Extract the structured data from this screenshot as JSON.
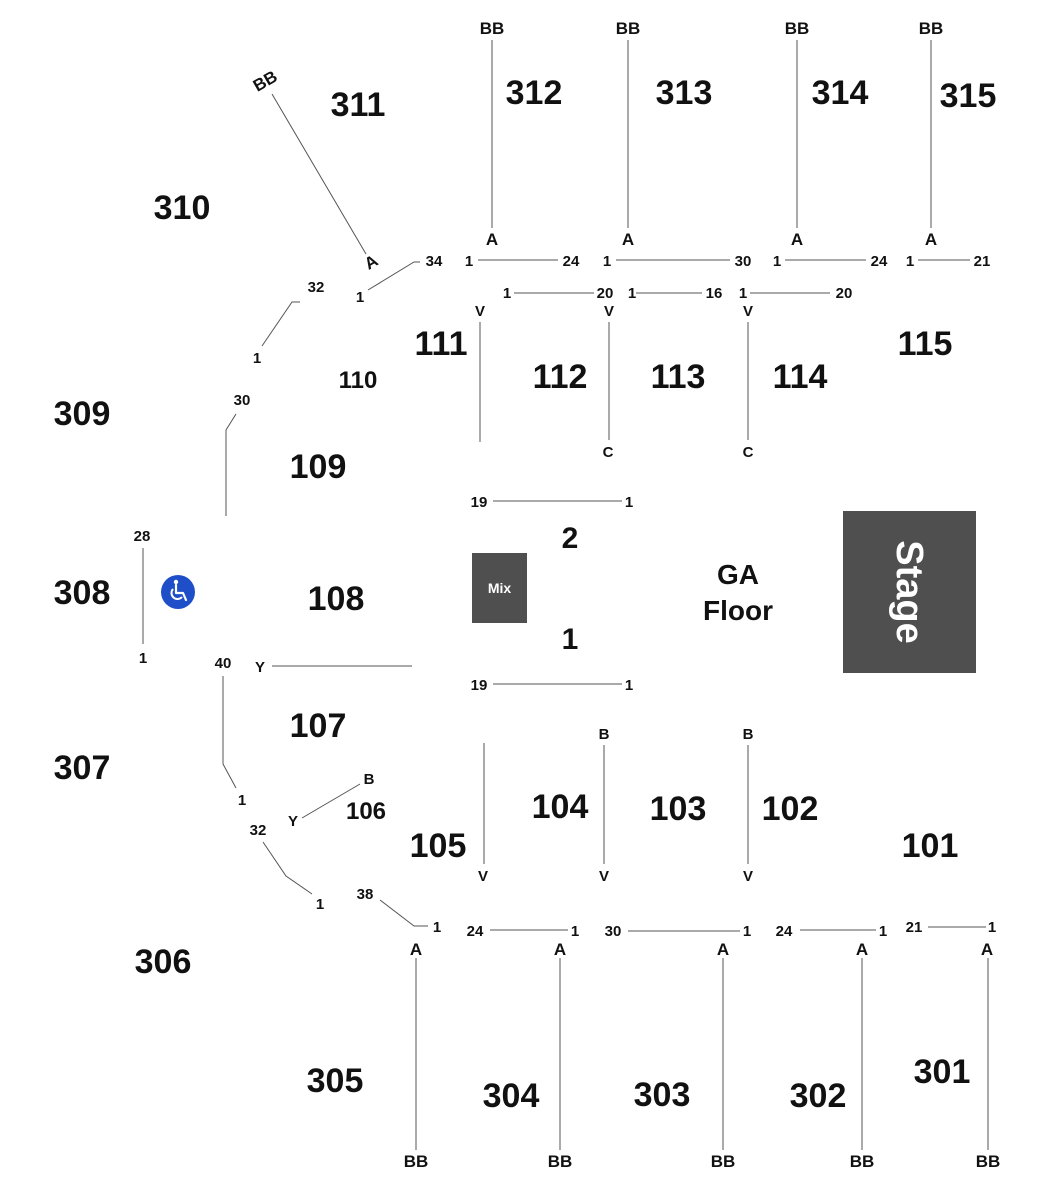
{
  "stage": {
    "label": "Stage",
    "color": "#4f4f4f"
  },
  "mix": {
    "label": "Mix",
    "color": "#4f4f4f"
  },
  "ga_floor": {
    "line1": "GA",
    "line2": "Floor"
  },
  "floor_sections": [
    "2",
    "1"
  ],
  "accessible": {
    "icon": "wheelchair-icon",
    "color": "#1f4fc8"
  },
  "sections_300": [
    "301",
    "302",
    "303",
    "304",
    "305",
    "306",
    "307",
    "308",
    "309",
    "310",
    "311",
    "312",
    "313",
    "314",
    "315"
  ],
  "sections_100": [
    "101",
    "102",
    "103",
    "104",
    "105",
    "106",
    "107",
    "108",
    "109",
    "110",
    "111",
    "112",
    "113",
    "114",
    "115"
  ],
  "row_labels": {
    "bb": "BB",
    "a": "A",
    "v": "V",
    "c": "C",
    "b": "B",
    "y": "Y",
    "n1": "1",
    "n16": "16",
    "n19": "19",
    "n20": "20",
    "n21": "21",
    "n24": "24",
    "n28": "28",
    "n30": "30",
    "n32": "32",
    "n34": "34",
    "n38": "38",
    "n40": "40"
  }
}
